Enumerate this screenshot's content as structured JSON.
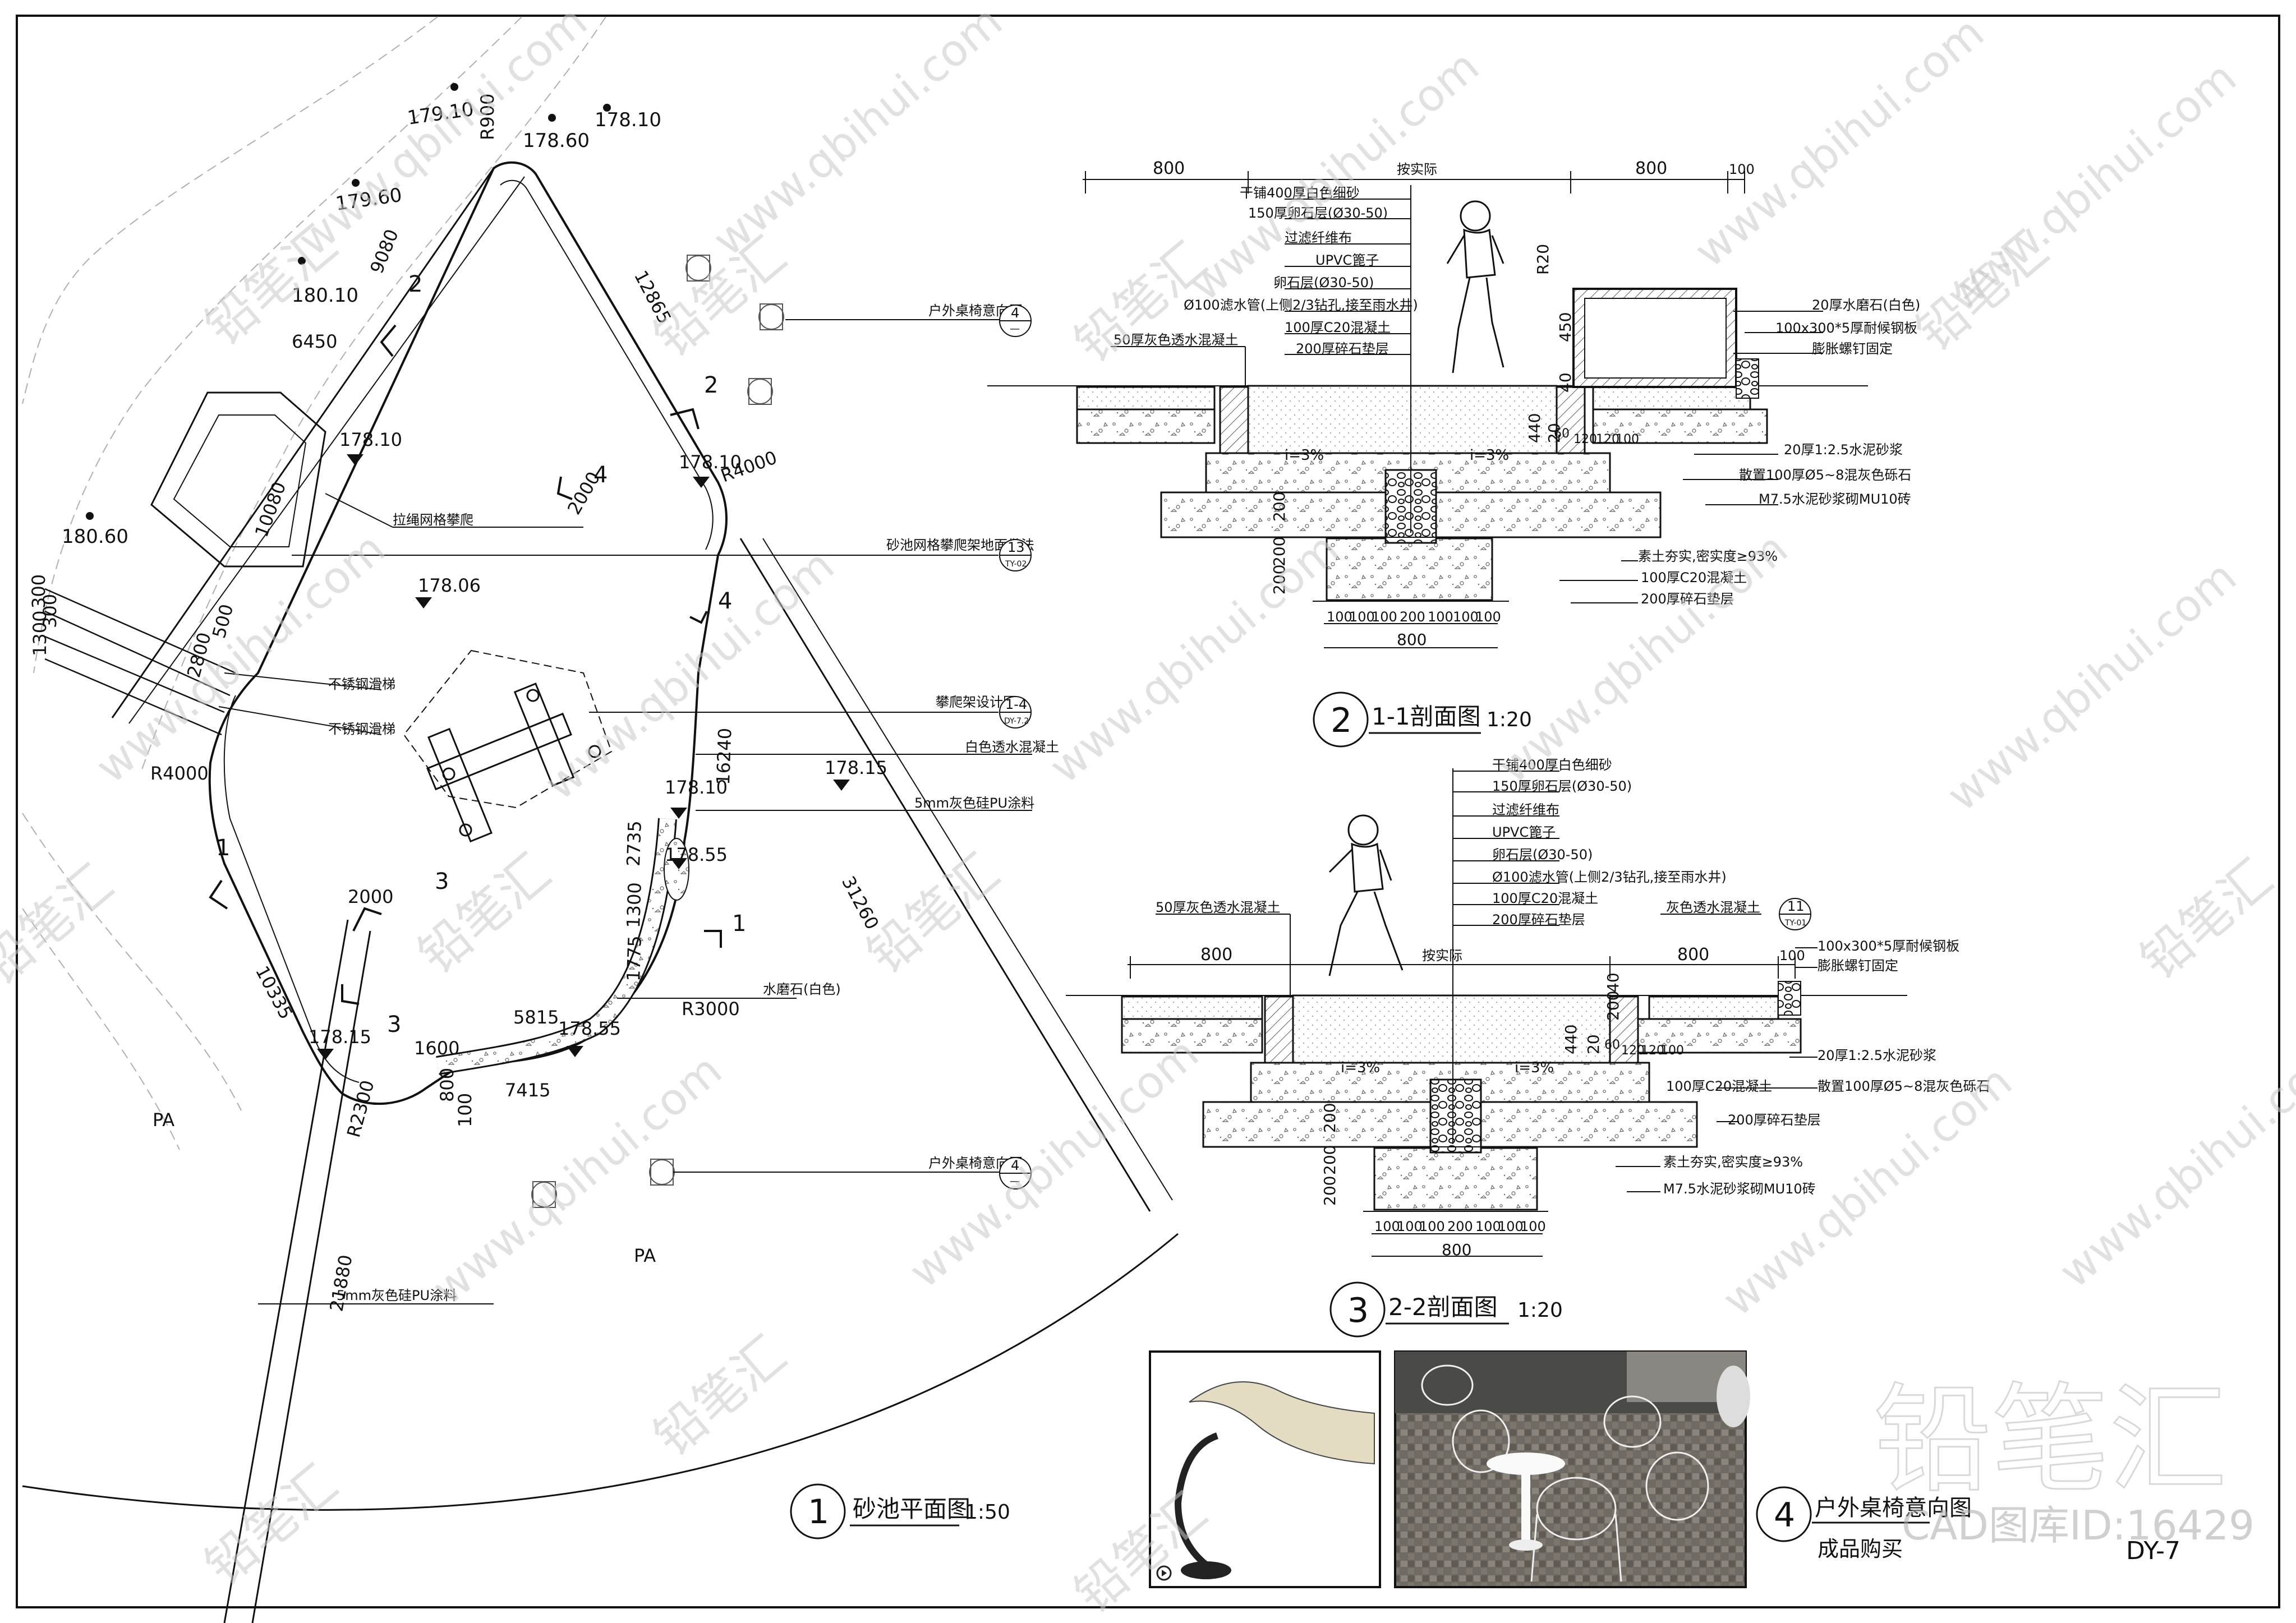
{
  "drawing_no": "DY-7",
  "watermark": {
    "url": "www.qbihui.com",
    "brand": "铅笔汇",
    "big": "铅笔汇",
    "id": "CAD图库ID:16429"
  },
  "plan": {
    "title": "砂池平面图",
    "num": "1",
    "scale": "1:50",
    "contours": [
      "179.10",
      "178.60",
      "178.10",
      "179.60",
      "180.10",
      "180.60"
    ],
    "elevs": [
      "178.10",
      "178.10",
      "178.06",
      "178.15",
      "178.10",
      "178.55",
      "178.55",
      "178.15"
    ],
    "dims": {
      "r900": "R900",
      "d9080": "9080",
      "d12865": "12865",
      "d6450": "6450",
      "d10080": "10080",
      "r4000a": "R4000",
      "d2000a": "2000",
      "d300a": "300",
      "d300b": "300",
      "d1300": "1300",
      "d500": "500",
      "d2800": "2800",
      "r4000b": "R4000",
      "d16240": "16240",
      "d2735": "2735",
      "d1300b": "1300",
      "d1775": "1775",
      "d2000b": "2000",
      "d5815": "5815",
      "d1600": "1600",
      "d7415": "7415",
      "d800": "800",
      "d100": "100",
      "r3000": "R3000",
      "d10335": "10335",
      "r2300": "R2300",
      "d21880": "21880",
      "d31260": "31260"
    },
    "sections": [
      "1",
      "1",
      "2",
      "2",
      "3",
      "3",
      "4",
      "4"
    ],
    "areas": [
      "PA",
      "PA"
    ],
    "callouts": [
      {
        "text": "户外桌椅意向图",
        "num": "4",
        "sheet": "—"
      },
      {
        "text": "砂池网格攀爬架地面做法",
        "num": "13",
        "sheet": "TY-02"
      },
      {
        "text": "攀爬架设计图",
        "num": "1-4",
        "sheet": "DY-7.2"
      },
      {
        "text": "户外桌椅意向图",
        "num": "4",
        "sheet": "—"
      }
    ],
    "labels": {
      "net": "拉绳网格攀爬",
      "rail1": "不锈钢滑梯",
      "rail2": "不锈钢滑梯",
      "white": "白色透水混凝土",
      "pu5": "5mm灰色硅PU涂料",
      "shuimo": "水磨石(白色)",
      "pu_grey": "5mm灰色硅PU涂料"
    }
  },
  "sec1": {
    "title": "1-1剖面图",
    "num": "2",
    "scale": "1:20",
    "top_dims": [
      "800",
      "按实际",
      "800",
      "100"
    ],
    "layers": [
      "干铺400厚白色细砂",
      "150厚卵石层(Ø30-50)",
      "过滤纤维布",
      "UPVC篦子",
      "卵石层(Ø30-50)",
      "Ø100滤水管(上侧2/3钻孔,接至雨水井)",
      "100厚C20混凝土",
      "200厚碎石垫层"
    ],
    "left": "50厚灰色透水混凝土",
    "right": [
      "20厚水磨石(白色)",
      "100x300*5厚耐候钢板",
      "膨胀螺钉固定",
      "20厚1:2.5水泥砂浆",
      "散置100厚Ø5~8混灰色砾石",
      "M7.5水泥砂浆砌MU10砖"
    ],
    "bottom": [
      "素土夯实,密实度≥93%",
      "100厚C20混凝土",
      "200厚碎石垫层"
    ],
    "slope": "i=3%",
    "vdims": [
      "450",
      "40",
      "440",
      "20",
      "200",
      "200",
      "200"
    ],
    "r": "R20",
    "small": [
      "60",
      "120",
      "120",
      "100"
    ],
    "bottom_dims": [
      "100",
      "100",
      "100",
      "200",
      "100",
      "100",
      "100"
    ],
    "base": "800"
  },
  "sec2": {
    "title": "2-2剖面图",
    "num": "3",
    "scale": "1:20",
    "top_dims": [
      "800",
      "按实际",
      "800",
      "100"
    ],
    "layers": [
      "干铺400厚白色细砂",
      "150厚卵石层(Ø30-50)",
      "过滤纤维布",
      "UPVC篦子",
      "卵石层(Ø30-50)",
      "Ø100滤水管(上侧2/3钻孔,接至雨水井)",
      "100厚C20混凝土",
      "200厚碎石垫层"
    ],
    "left": "50厚灰色透水混凝土",
    "right_callout": {
      "text": "灰色透水混凝土",
      "num": "11",
      "sheet": "TY-01"
    },
    "right": [
      "100x300*5厚耐候钢板",
      "膨胀螺钉固定",
      "20厚1:2.5水泥砂浆",
      "散置100厚Ø5~8混灰色砾石",
      "100厚C20混凝土",
      "200厚碎石垫层",
      "素土夯实,密实度≥93%",
      "M7.5水泥砂浆砌MU10砖"
    ],
    "slope": "i=3%",
    "vdims": [
      "40",
      "200",
      "440",
      "20",
      "200",
      "200",
      "200"
    ],
    "small": [
      "60",
      "120",
      "120",
      "100"
    ],
    "bottom_dims": [
      "100",
      "100",
      "100",
      "200",
      "100",
      "100",
      "100"
    ],
    "base": "800"
  },
  "photo": {
    "title": "户外桌椅意向图",
    "num": "4",
    "sub": "成品购买"
  }
}
